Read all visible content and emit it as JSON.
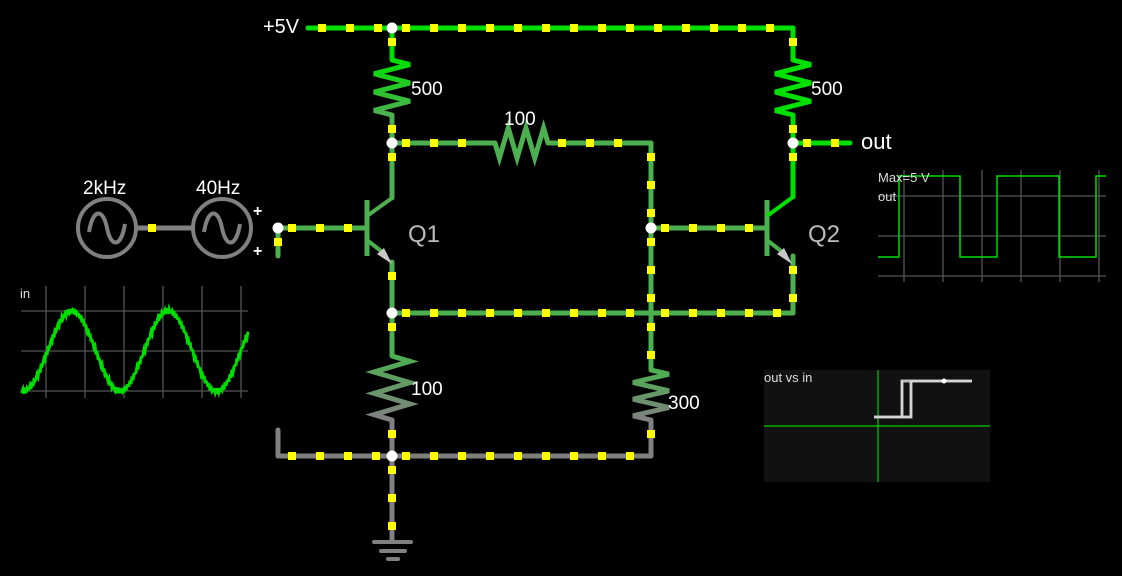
{
  "supply": {
    "label": "+5V"
  },
  "components": {
    "r_collector_q1": {
      "value": "500"
    },
    "r_collector_q2": {
      "value": "500"
    },
    "r_feedback": {
      "value": "100"
    },
    "r_emitter": {
      "value": "100"
    },
    "r_divider": {
      "value": "300"
    },
    "q1": {
      "label": "Q1"
    },
    "q2": {
      "label": "Q2"
    },
    "src1": {
      "label": "2kHz",
      "icon": "sine-source-icon"
    },
    "src2": {
      "label": "40Hz",
      "icon": "sine-source-icon"
    },
    "plus_top": "+",
    "plus_bottom": "+",
    "output": {
      "label": "out"
    }
  },
  "colors": {
    "wire_high": "#00e000",
    "wire_mid": "#4caf50",
    "wire_low": "#808080",
    "current_dot": "#ffff00",
    "node": "#ffffff",
    "scope_trace": "#00dd00",
    "scope_grid": "#555555"
  },
  "scopes": {
    "in": {
      "label": "in"
    },
    "out": {
      "label": "out",
      "max_label": "Max=5 V"
    },
    "xy": {
      "label": "out vs in"
    }
  },
  "chart_data": [
    {
      "type": "line",
      "title": "in",
      "description": "Sum of 40Hz sine and small 2kHz ripple",
      "cycles_visible": 2.35,
      "amplitude_relative": 1.0,
      "ripple": "small high-frequency noise"
    },
    {
      "type": "line",
      "title": "out",
      "annotation": "Max=5 V",
      "levels": [
        "low",
        "high"
      ],
      "transitions": [
        "rise",
        "fall",
        "rise",
        "fall",
        "rise"
      ],
      "waveform": "square"
    },
    {
      "type": "line",
      "title": "out vs in",
      "description": "hysteresis loop (Schmitt trigger transfer curve)"
    }
  ]
}
